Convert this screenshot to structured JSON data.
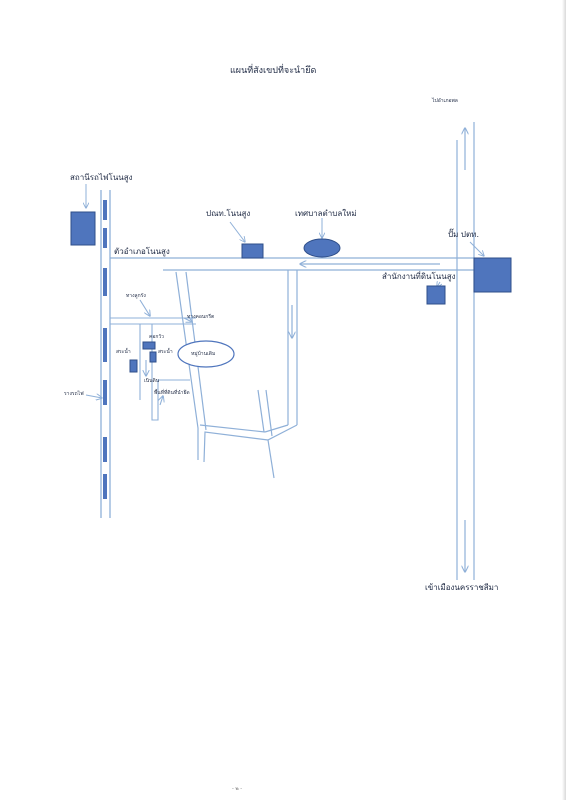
{
  "title": "แผนที่สังเขปที่จะนำยึด",
  "colors": {
    "road": "#8fb0d8",
    "building_fill": "#4f75bd",
    "building_stroke": "#2f4f8a",
    "text": "#1f2a44"
  },
  "labels": {
    "north_direction": "ไปอำเภอพล",
    "south_direction": "เข้าเมืองนครราชสีมา",
    "train_station": "สถานีรถไฟโนนสูง",
    "district_town": "ตัวอำเภอโนนสูง",
    "post_office": "ปณท.โนนสูง",
    "municipality": "เทศบาลตำบลใหม่",
    "gas_station": "ปั๊ม ปตท.",
    "land_office": "สำนักงานที่ดินโนนสูง",
    "rail_track": "รางรถไฟ",
    "village_road": "ทางลูกรัง",
    "concrete_road": "ทางคอนกรีต",
    "cattle_pen": "คอกวัว",
    "pond_left": "สระน้ำ",
    "pond_right": "สระน้ำ",
    "village": "หมู่บ้านเดิม",
    "soil_mound": "เนินดิน",
    "seized_land": "พื้นที่ที่ดินที่นำยึด",
    "footer_mark": "- ๒ -"
  }
}
